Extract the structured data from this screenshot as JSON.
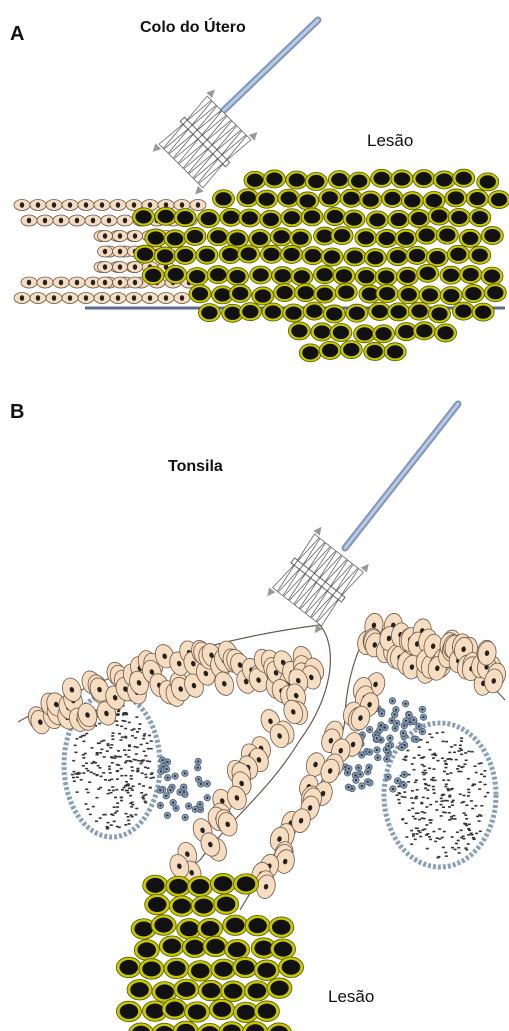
{
  "panel_a": {
    "letter": "A",
    "title": "Colo do Útero",
    "lesion_label": "Lesão"
  },
  "panel_b": {
    "letter": "B",
    "title": "Tonsila",
    "lesion_label": "Lesão"
  },
  "colors": {
    "normal_cell_fill": "#f6dcc0",
    "normal_cell_stroke": "#6b5a4a",
    "lesion_cell_fill": "#c8c800",
    "lesion_nucleus": "#111111",
    "lymphocyte": "#8aa0b8",
    "brush_handle": "#9fb5d6",
    "basement_line": "#5a6e8c"
  },
  "icons": {
    "brush": "cytobrush-icon"
  }
}
